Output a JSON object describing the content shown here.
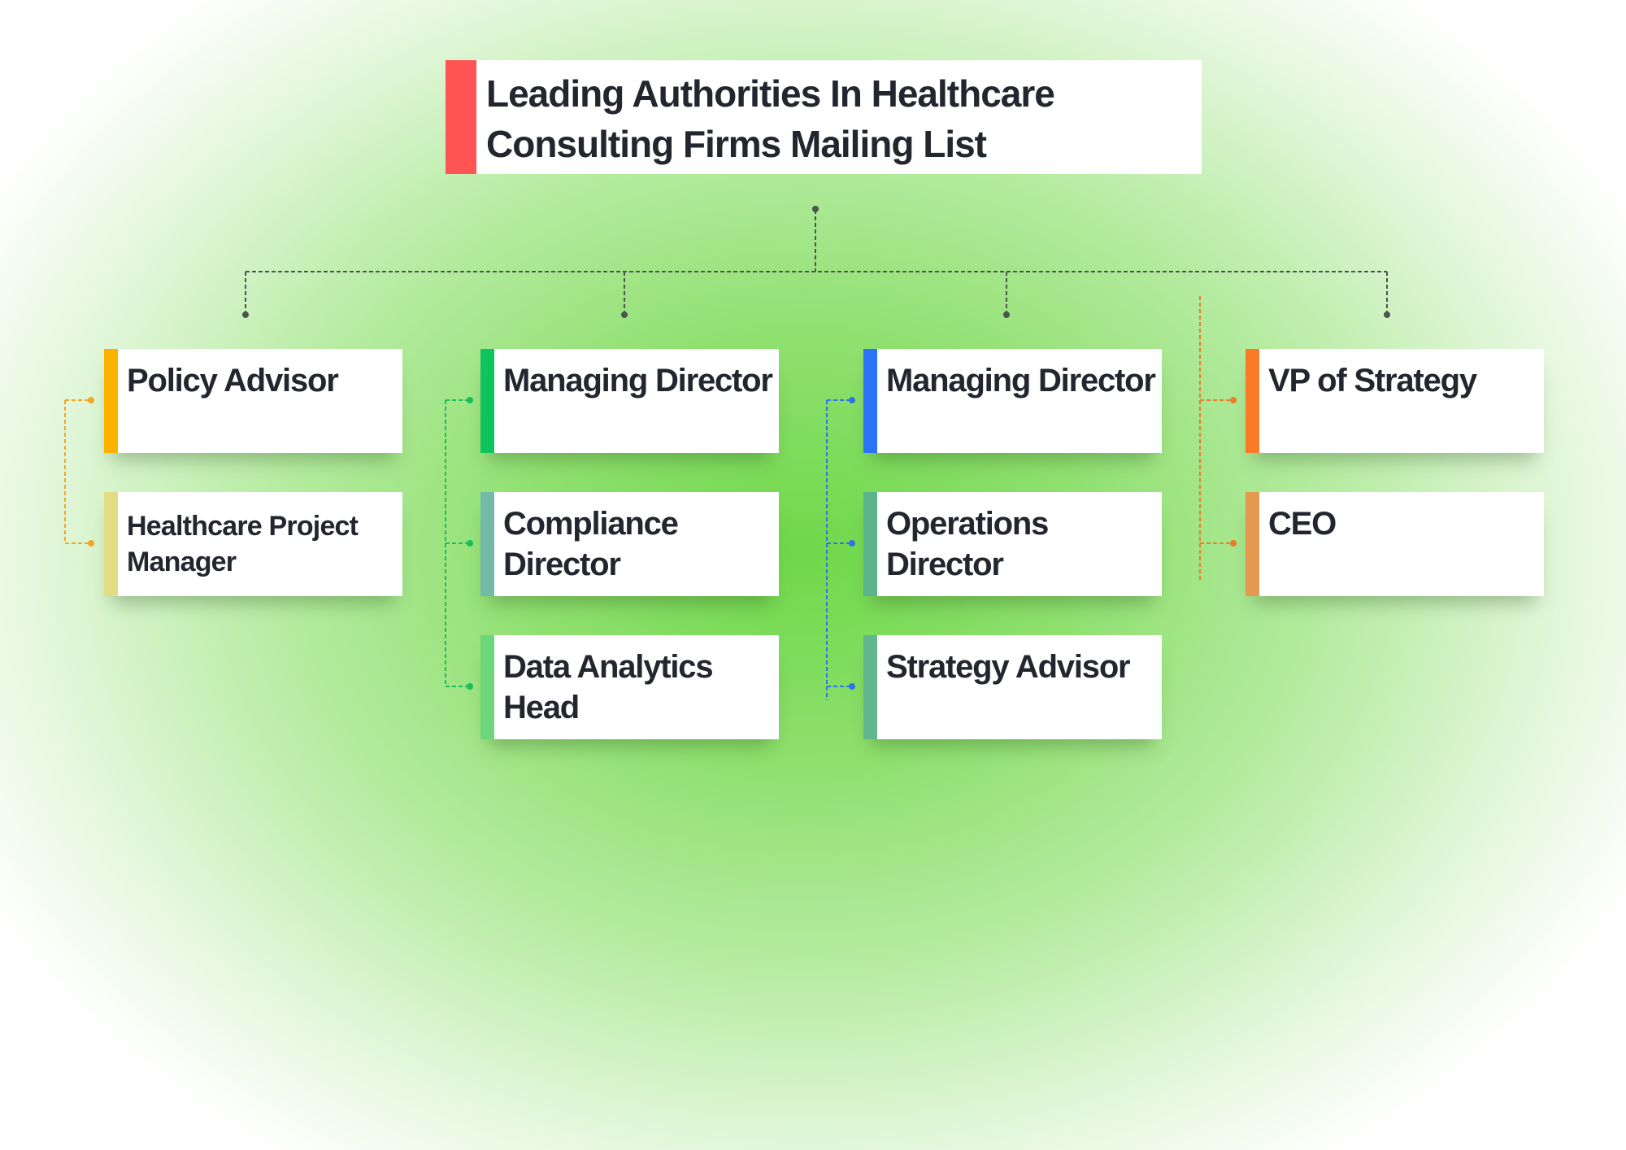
{
  "title": {
    "line1": "Leading Authorities In Healthcare",
    "line2": "Consulting Firms Mailing List",
    "accent": "#ff5454"
  },
  "columns": [
    {
      "color": "#f5a623",
      "cards": [
        {
          "label": "Policy Advisor",
          "accent": "#fcb300"
        },
        {
          "label": "Healthcare Project Manager",
          "accent": "#e2dc85"
        }
      ]
    },
    {
      "color": "#16c05a",
      "cards": [
        {
          "label": "Managing Director",
          "accent": "#0fc45c"
        },
        {
          "label": "Compliance Director",
          "accent": "#73bba6"
        },
        {
          "label": "Data Analytics Head",
          "accent": "#6dd67b"
        }
      ]
    },
    {
      "color": "#2f73ea",
      "cards": [
        {
          "label": "Managing Director",
          "accent": "#2a73f5"
        },
        {
          "label": "Operations Director",
          "accent": "#5cb58a"
        },
        {
          "label": "Strategy Advisor",
          "accent": "#61b68e"
        }
      ]
    },
    {
      "color": "#f07a26",
      "cards": [
        {
          "label": "VP of Strategy",
          "accent": "#fb7a25"
        },
        {
          "label": "CEO",
          "accent": "#e39a4f"
        }
      ]
    }
  ]
}
